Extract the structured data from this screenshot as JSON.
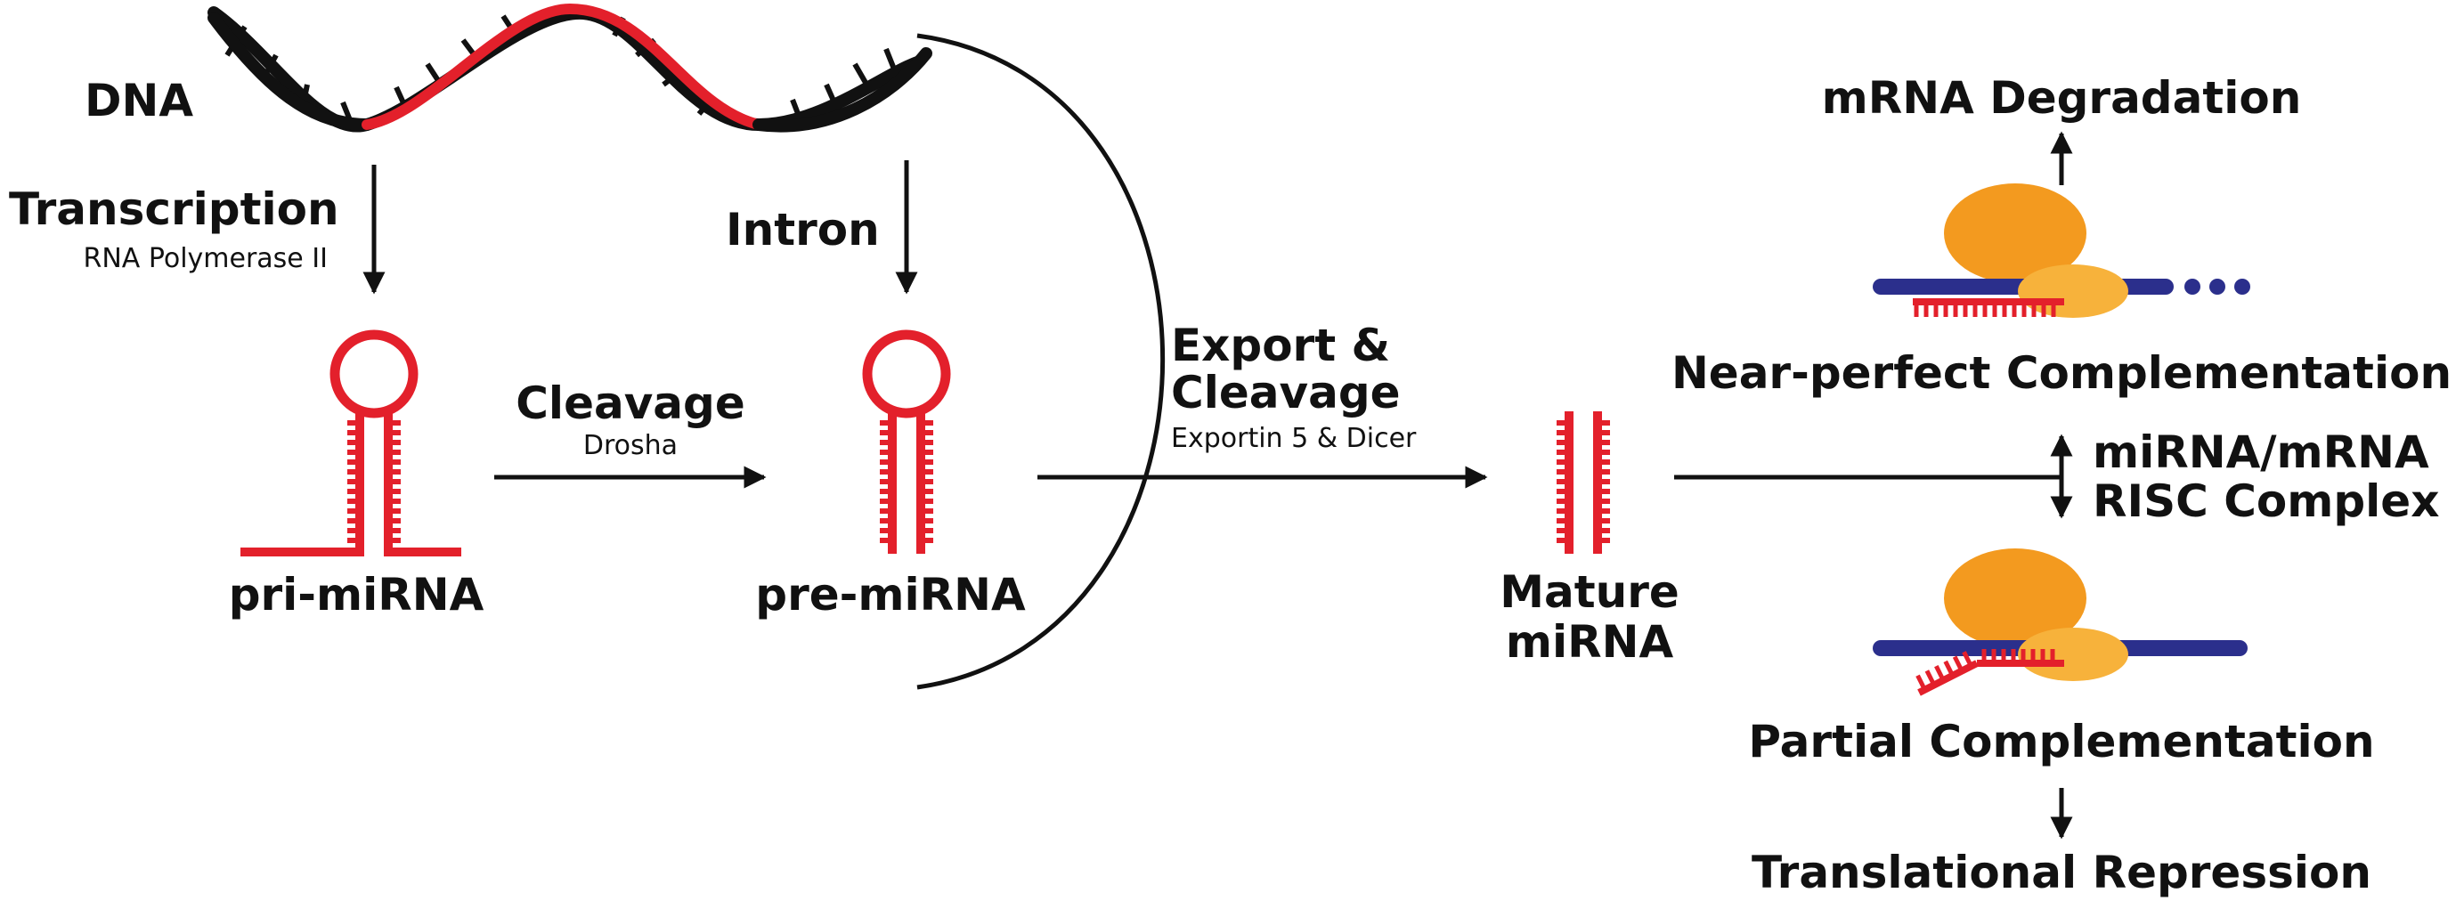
{
  "colors": {
    "red": "#e3202b",
    "black": "#111111",
    "navy": "#2b2f8c",
    "orange": "#f39a1f",
    "light_orange": "#f7b23b"
  },
  "labels": {
    "dna": "DNA",
    "transcription": "Transcription",
    "rna_pol": "RNA Polymerase II",
    "intron": "Intron",
    "cleavage": "Cleavage",
    "drosha": "Drosha",
    "pri_mirna": "pri-miRNA",
    "pre_mirna": "pre-miRNA",
    "export_1": "Export &",
    "export_2": "Cleavage",
    "exportin": "Exportin 5 & Dicer",
    "mature_1": "Mature",
    "mature_2": "miRNA",
    "mrna_degradation": "mRNA Degradation",
    "near_perfect": "Near-perfect Complementation",
    "risc_1": "miRNA/mRNA",
    "risc_2": "RISC Complex",
    "partial": "Partial Complementation",
    "translational": "Translational Repression"
  }
}
